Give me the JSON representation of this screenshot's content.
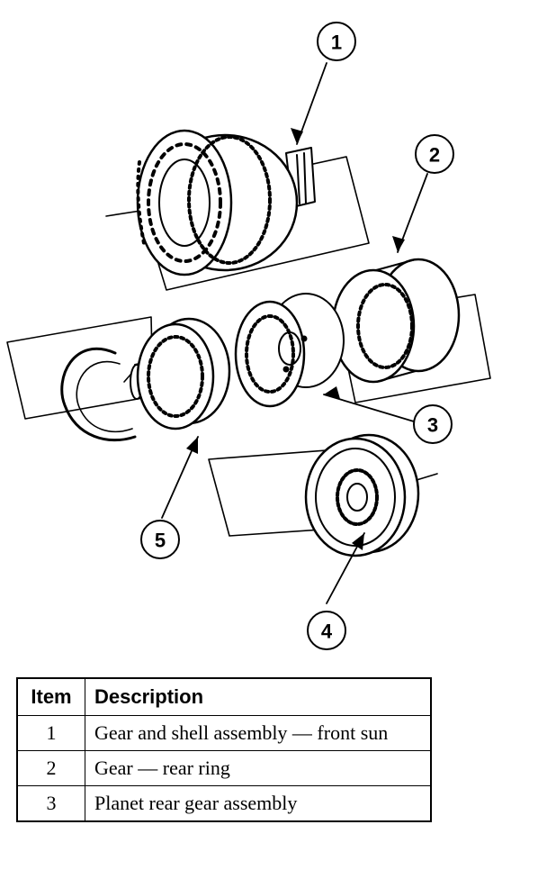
{
  "callouts": [
    "1",
    "2",
    "3",
    "4",
    "5"
  ],
  "table": {
    "headers": {
      "item": "Item",
      "description": "Description"
    },
    "rows": [
      {
        "item": "1",
        "description": "Gear and shell assembly — front sun"
      },
      {
        "item": "2",
        "description": "Gear — rear ring"
      },
      {
        "item": "3",
        "description": "Planet rear gear assembly"
      }
    ]
  }
}
